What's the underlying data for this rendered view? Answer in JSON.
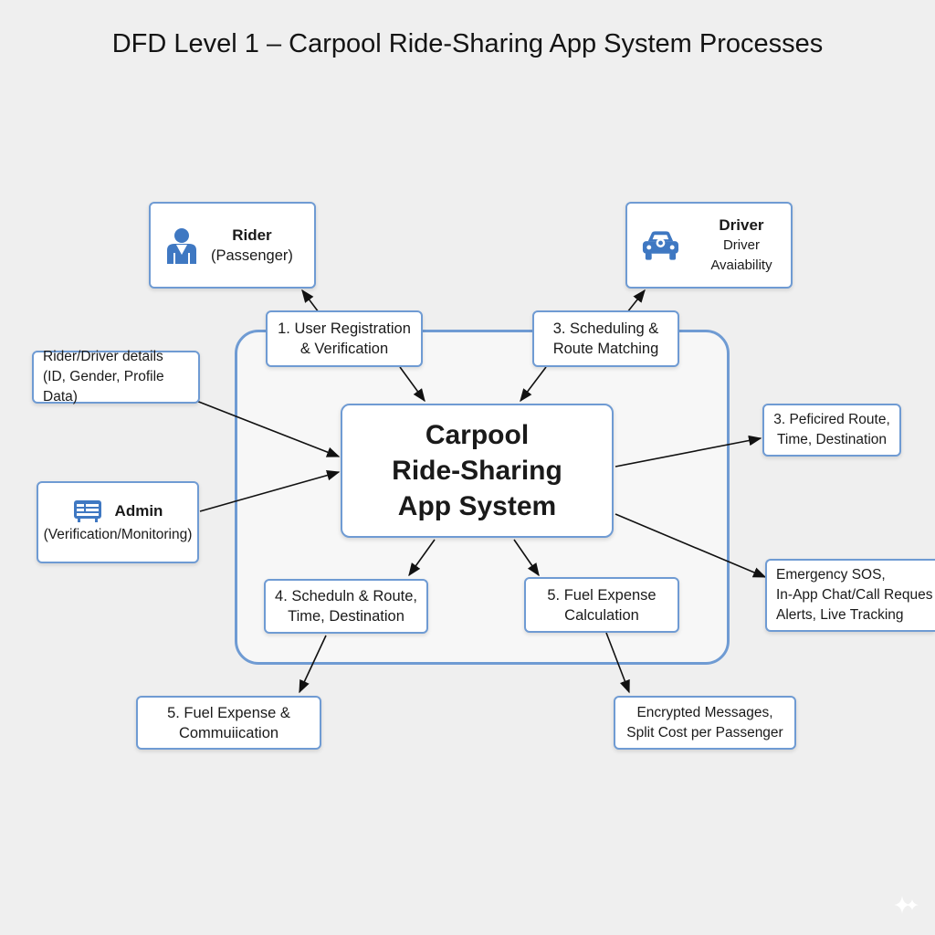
{
  "title": "DFD Level 1 – Carpool Ride-Sharing App System Processes",
  "core": {
    "lines": [
      "Carpool",
      "Ride-Sharing",
      "App System"
    ]
  },
  "entities": {
    "rider": {
      "name": "Rider",
      "sub": "(Passenger)",
      "icon": "user-icon"
    },
    "driver": {
      "name": "Driver",
      "sub": "Driver Avaiability",
      "icon": "car-icon"
    },
    "admin": {
      "name": "Admin",
      "sub": "(Verification/Monitoring)",
      "icon": "dashboard-icon"
    }
  },
  "processes": {
    "p1": [
      "1. User Registration",
      "& Verification"
    ],
    "p3": [
      "3. Scheduling &",
      "Route Matching"
    ],
    "p4": [
      "4. Scheduln & Route,",
      "Time, Destination"
    ],
    "p5": [
      "5. Fuel Expense",
      "Calculation"
    ]
  },
  "flows": {
    "rider_driver_details": [
      "Rider/Driver details",
      "(ID, Gender, Profile Data)"
    ],
    "preferred_route": [
      "3. Peficired Route,",
      "Time, Destination"
    ],
    "emergency": [
      "Emergency SOS,",
      "In-App Chat/Call Reques",
      "Alerts, Live Tracking"
    ],
    "fuel_comm": [
      "5. Fuel Expense &",
      "Commuiication"
    ],
    "encrypted": [
      "Encrypted Messages,",
      "Split Cost per Passenger"
    ]
  },
  "colors": {
    "border": "#6f9bd3",
    "icon": "#3f78c2",
    "background": "#efefef"
  }
}
